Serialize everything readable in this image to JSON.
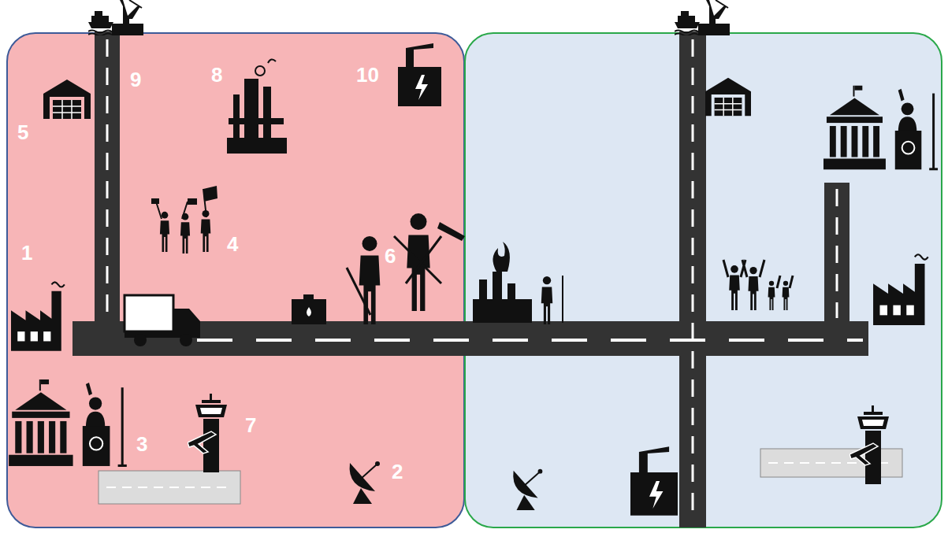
{
  "diagram": {
    "labels": [
      "9",
      "8",
      "10",
      "5",
      "1",
      "4",
      "6",
      "3",
      "7",
      "2"
    ]
  }
}
